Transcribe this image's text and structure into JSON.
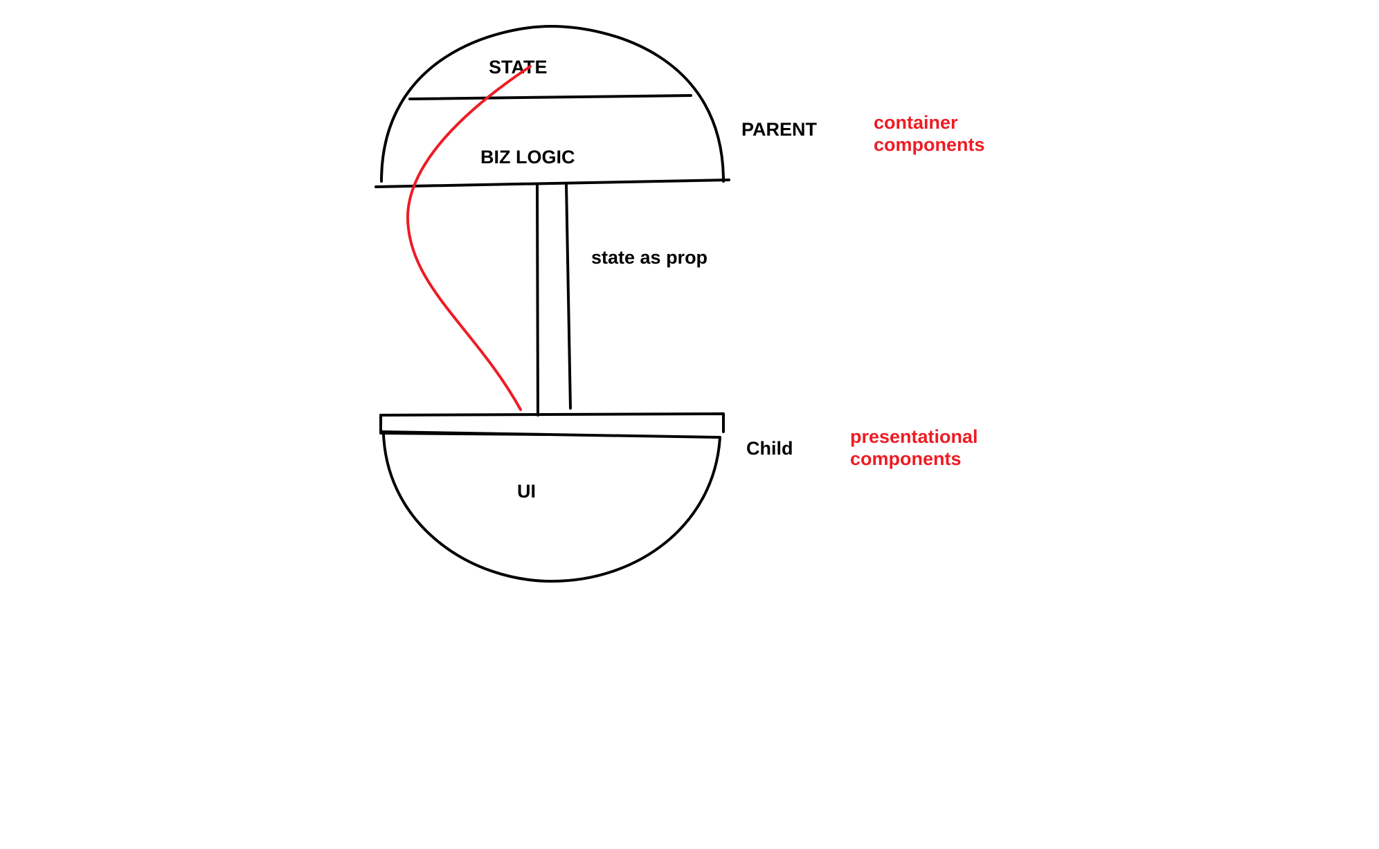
{
  "colors": {
    "background": "#ffffff",
    "ink": "#000000",
    "accent": "#ed1c24"
  },
  "parent": {
    "top_section": "STATE",
    "middle_section": "BIZ LOGIC",
    "label": "PARENT",
    "role_line1": "container",
    "role_line2": "components"
  },
  "connector": {
    "label": "state as prop"
  },
  "child": {
    "section": "UI",
    "label": "Child",
    "role_line1": "presentational",
    "role_line2": "components"
  }
}
